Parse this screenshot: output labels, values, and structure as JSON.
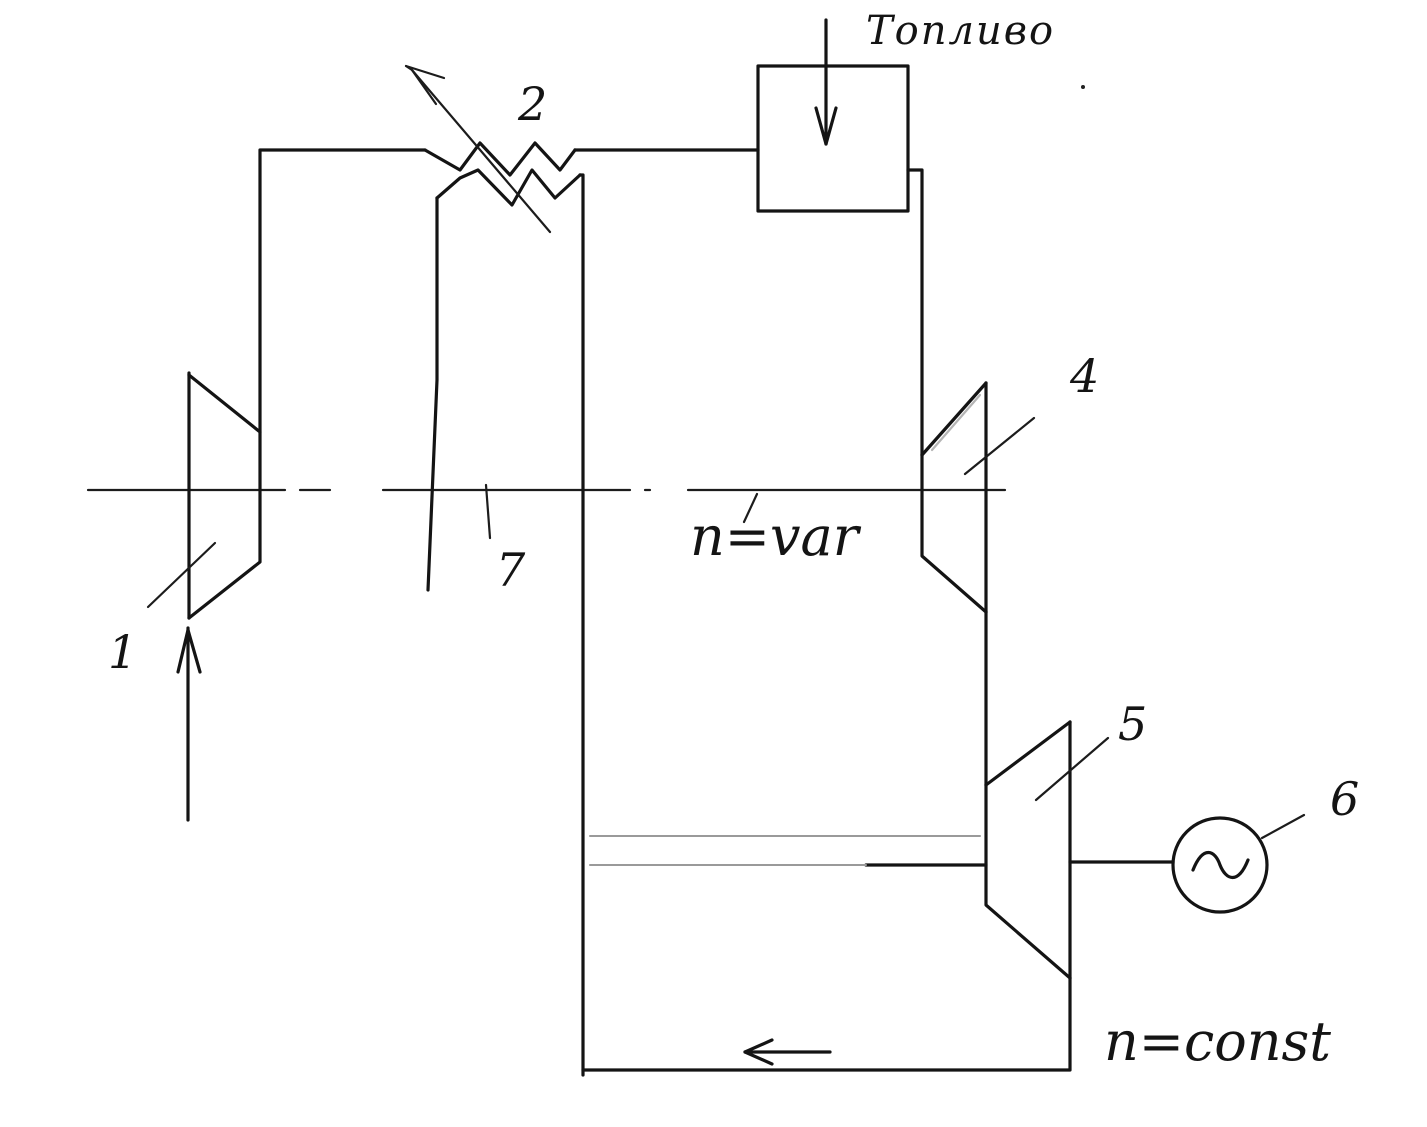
{
  "labels": {
    "fuel": "Топливо",
    "n_var": "n=var",
    "n_const": "n=const"
  },
  "numbers": {
    "compressor": "1",
    "regenerator": "2",
    "compressor_turbine": "4",
    "power_turbine": "5",
    "generator": "6",
    "shaft": "7"
  }
}
